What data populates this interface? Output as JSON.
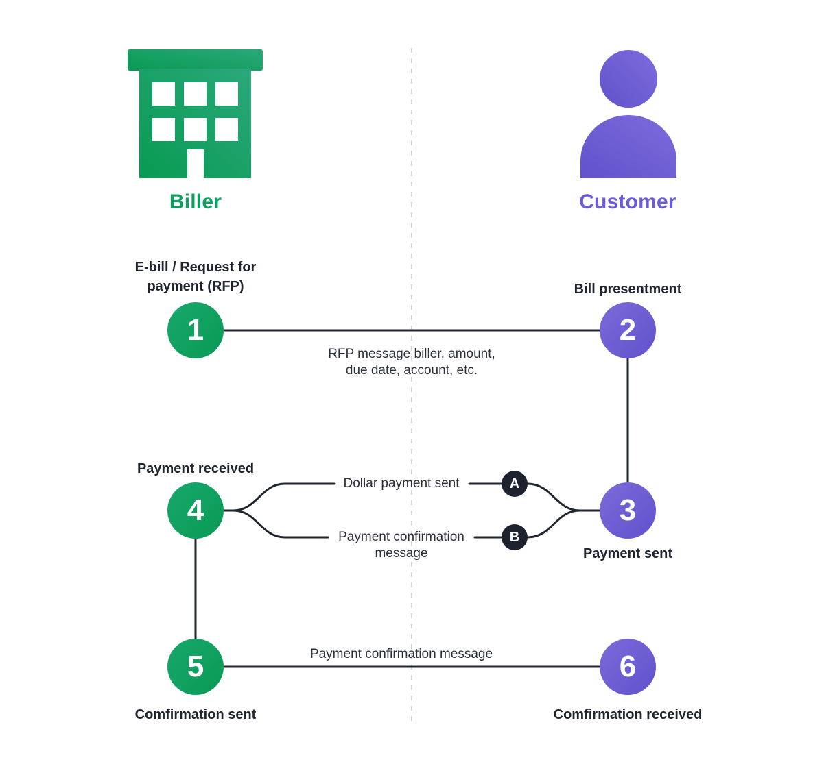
{
  "actors": {
    "biller": {
      "label": "Biller",
      "color": "#0aa05e"
    },
    "customer": {
      "label": "Customer",
      "color": "#6a5bd8"
    }
  },
  "steps": {
    "s1": {
      "num": "1",
      "label": "E-bill / Request for\npayment (RFP)"
    },
    "s2": {
      "num": "2",
      "label": "Bill presentment"
    },
    "s3": {
      "num": "3",
      "label": "Payment sent"
    },
    "s4": {
      "num": "4",
      "label": "Payment received"
    },
    "s5": {
      "num": "5",
      "label": "Comfirmation sent"
    },
    "s6": {
      "num": "6",
      "label": "Comfirmation received"
    }
  },
  "messages": {
    "rfp_detail": "RFP message biller, amount,\ndue date, account, etc.",
    "branch_a": "Dollar payment sent",
    "branch_b": "Payment confirmation\nmessage",
    "confirmation": "Payment confirmation message"
  },
  "badges": {
    "a": "A",
    "b": "B"
  },
  "colors": {
    "green": "#0aa05e",
    "purple": "#6c5dd3",
    "line": "#20262f",
    "badge_bg": "#1c222e",
    "divider": "#d4d4d6"
  }
}
